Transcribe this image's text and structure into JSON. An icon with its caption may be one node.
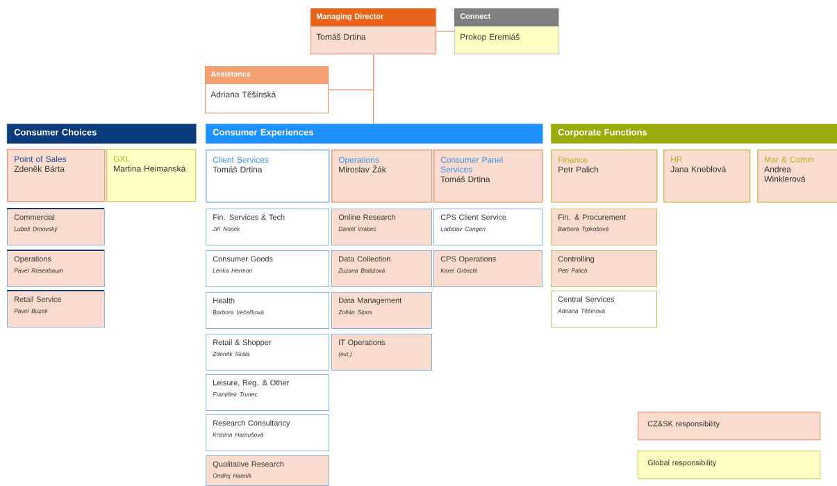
{
  "diagram": {
    "nodes": [
      {
        "text": [
          "Managing Director",
          "Tomáš Drtina"
        ]
      },
      {
        "text": [
          "Connect",
          "Prokop Eremiáš"
        ]
      },
      {
        "text": [
          "Assistance",
          "Adriana Těšínská"
        ]
      },
      {
        "text": [
          "Consumer Choices"
        ]
      },
      {
        "text": [
          "Consumer Experiences"
        ]
      },
      {
        "text": [
          "Corporate Functions"
        ]
      },
      {
        "text": [
          "Point of Sales",
          "Zdeněk Bárta"
        ]
      },
      {
        "text": [
          "GXL",
          "Martina Heimanská"
        ]
      },
      {
        "text": [
          "Commercial",
          "Luboš Drnovský"
        ]
      },
      {
        "text": [
          "Operations",
          "Pavel Rosenbaum"
        ]
      },
      {
        "text": [
          "Retail Service",
          "Pavel Buzek"
        ]
      },
      {
        "text": [
          "Client Services",
          "Tomáš Drtina"
        ]
      },
      {
        "text": [
          "Operations",
          "Miroslav Žák"
        ]
      },
      {
        "text": [
          "Consumer Panel Services",
          "Tomáš Drtina"
        ]
      },
      {
        "text": [
          "Fin. Services & Tech",
          "Jiří Nosek"
        ]
      },
      {
        "text": [
          "Online Research",
          "Daniel Vrabec"
        ]
      },
      {
        "text": [
          "CPS Client Service",
          "Ladislav Cangeri"
        ]
      },
      {
        "text": [
          "Consumer Goods",
          "Lenka Hermon"
        ]
      },
      {
        "text": [
          "Data Collection",
          "Zuzana Balážová"
        ]
      },
      {
        "text": [
          "CPS Operations",
          "Karel Gröschl"
        ]
      },
      {
        "text": [
          "Health",
          "Barbora Večeřková"
        ]
      },
      {
        "text": [
          "Data Management",
          "Zoltán Sipos"
        ]
      },
      {
        "text": [
          "Retail & Shopper",
          "Zdeněk Skála"
        ]
      },
      {
        "text": [
          "IT Operations",
          "(ext.)"
        ]
      },
      {
        "text": [
          "Leisure, Reg. & Other",
          "František Trunec"
        ]
      },
      {
        "text": [
          "Research Consultancy",
          "Kristina Harnušová"
        ]
      },
      {
        "text": [
          "Qualitative Research",
          "Ondřej Hanník"
        ]
      },
      {
        "text": [
          "Finance",
          "Petr Palich"
        ]
      },
      {
        "text": [
          "HR",
          "Jana Kneblová"
        ]
      },
      {
        "text": [
          "Mar & Comm",
          "Andrea Winklerová"
        ]
      },
      {
        "text": [
          "Fin. & Procurement",
          "Barbora Trpkošová"
        ]
      },
      {
        "text": [
          "Controlling",
          "Petr Palich"
        ]
      },
      {
        "text": [
          "Central Services",
          "Adriana Těšínová"
        ]
      }
    ],
    "edges": [
      {
        "from": 0,
        "to": 1,
        "arrow": "none"
      },
      {
        "from": 0,
        "to": 2,
        "arrow": "none"
      },
      {
        "from": 0,
        "to": 4,
        "arrow": "none"
      }
    ],
    "legend": [
      {
        "text": "CZ&SK responsibility",
        "color": "#f9dccf"
      },
      {
        "text": "Global responsibility",
        "color": "#ffffc4"
      }
    ]
  }
}
